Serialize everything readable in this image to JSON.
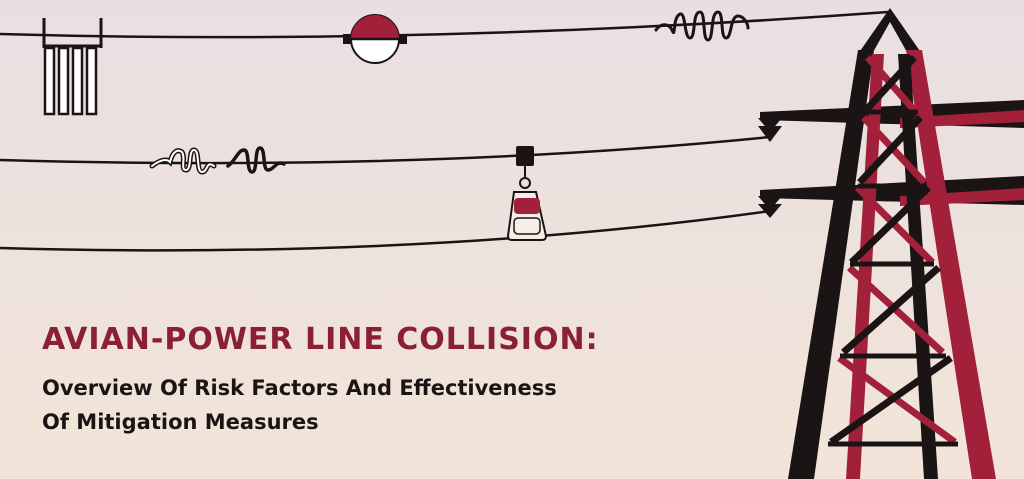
{
  "banner": {
    "title": "AVIAN-POWER LINE COLLISION:",
    "subtitle_line1": "Overview Of Risk Factors And Effectiveness",
    "subtitle_line2": "Of Mitigation Measures"
  },
  "colors": {
    "background_top": "#e9dfe2",
    "background_bottom": "#f2e4d8",
    "accent_red": "#a3203a",
    "title_red": "#8b1f35",
    "ink": "#1b1414",
    "white": "#ffffff"
  },
  "icons": [
    "vertical-line-marker-icon",
    "flight-diverter-ball-icon",
    "spiral-diverter-icon",
    "hanging-flapper-icon",
    "transmission-tower-icon"
  ]
}
